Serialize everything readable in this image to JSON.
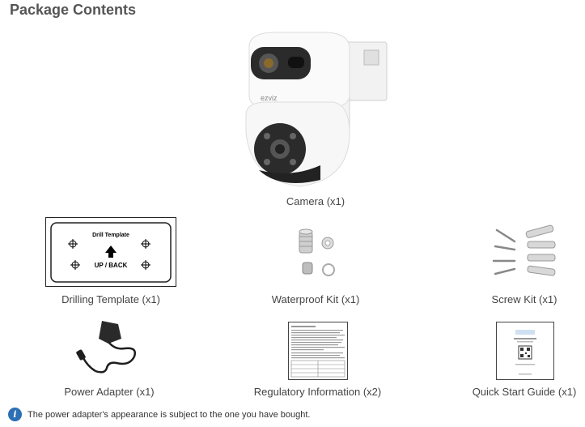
{
  "title": "Package Contents",
  "items": {
    "camera": "Camera (x1)",
    "drilling_template": "Drilling Template (x1)",
    "waterproof_kit": "Waterproof Kit (x1)",
    "screw_kit": "Screw Kit (x1)",
    "power_adapter": "Power Adapter (x1)",
    "regulatory_information": "Regulatory Information (x2)",
    "quick_start_guide": "Quick Start Guide (x1)"
  },
  "drill_template": {
    "heading": "Drill Template",
    "label": "UP / BACK"
  },
  "camera_brand": "ezviz",
  "note": "The power adapter's appearance is subject to the one you have bought.",
  "colors": {
    "accent": "#2c6fb5",
    "title": "#555555"
  }
}
